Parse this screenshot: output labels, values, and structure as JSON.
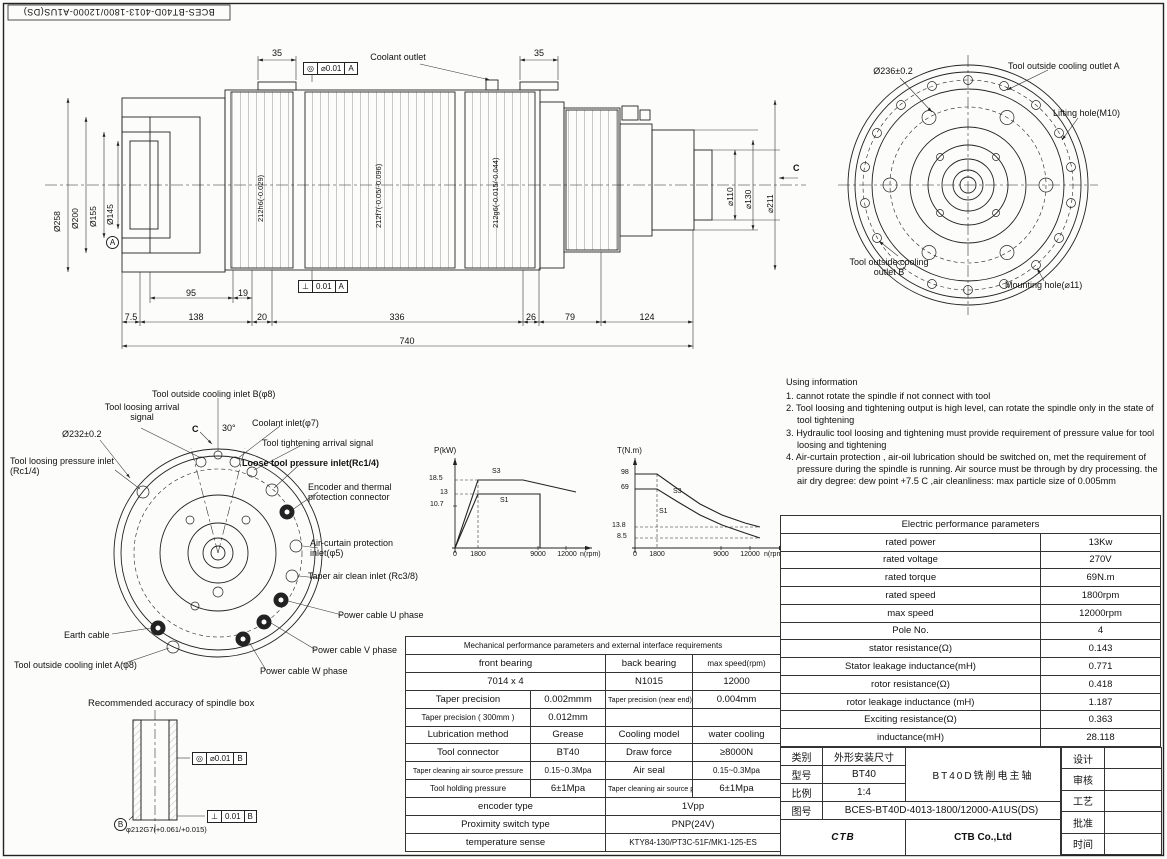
{
  "sheet": {
    "edge_label": "BCES-BT40D-4013-1800/12000-A1US(DS)"
  },
  "side_view": {
    "dim_35_left": "35",
    "dim_35_right": "35",
    "coolant_outlet_label": "Coolant outlet",
    "fcf_top": {
      "symbol": "◎",
      "value": "⌀0.01",
      "datum": "A"
    },
    "fcf_bottom": {
      "symbol": "⊥",
      "value": "0.01",
      "datum": "A"
    },
    "datum_a": "A",
    "section_mark": "C",
    "dia_258": "Ø258",
    "dia_200": "Ø200",
    "dia_155": "Ø155",
    "dia_145": "Ø145",
    "dia_110": "⌀110",
    "dia_130": "⌀130",
    "dia_211": "⌀211",
    "shaft_tol_1": "212h6(-0.029)",
    "shaft_tol_2": "212f7(-0.05/-0.096)",
    "shaft_tol_3": "212g6(-0.015/-0.044)",
    "dim_95": "95",
    "dim_19": "19",
    "dim_7_5": "7.5",
    "dim_138": "138",
    "dim_20": "20",
    "dim_336": "336",
    "dim_26": "26",
    "dim_79": "79",
    "dim_124": "124",
    "dim_740": "740"
  },
  "front_view": {
    "dia_236": "Ø236±0.2",
    "cooling_outlet_a": "Tool outside cooling outlet A",
    "lifting_hole": "Lifting hole(M10)",
    "cooling_outlet_b": "Tool outside cooling outlet B",
    "mounting_hole": "Mounting hole(⌀11)"
  },
  "connector_view": {
    "dia_232": "Ø232±0.2",
    "angle_30": "30°",
    "section_mark": "C",
    "tool_loosing_arrival": "Tool loosing arrival signal",
    "cooling_inlet_b": "Tool outside cooling inlet B(φ8)",
    "coolant_inlet": "Coolant inlet(φ7)",
    "tool_tightening_arrival": "Tool tightening arrival signal",
    "loose_tool_pressure": "Loose tool pressure inlet(Rc1/4)",
    "tool_loosing_pressure": "Tool loosing pressure inlet (Rc1/4)",
    "encoder_connector": "Encoder and thermal protection connector",
    "air_curtain": "Air-curtain protection inlet(φ5)",
    "taper_air_clean": "Taper air clean inlet (Rc3/8)",
    "power_u": "Power cable U phase",
    "earth_cable": "Earth cable",
    "power_v": "Power cable V phase",
    "cooling_inlet_a": "Tool outside cooling inlet A(φ8)",
    "power_w": "Power cable W phase"
  },
  "accuracy_view": {
    "title": "Recommended accuracy of spindle box",
    "bore_dia": "φ212G7(+0.061/+0.015)",
    "fcf_side": {
      "symbol": "◎",
      "value": "⌀0.01",
      "datum": "B"
    },
    "fcf_bottom": {
      "symbol": "⊥",
      "value": "0.01",
      "datum": "B"
    },
    "datum_b": "B"
  },
  "charts_text": {
    "p_axis": "P(kW)",
    "t_axis": "T(N.m)",
    "rpm_left": "n(rpm)",
    "rpm_right": "n(rpm)",
    "p_18_5": "18.5",
    "p_13": "13",
    "p_10_7": "10.7",
    "t_98": "98",
    "t_69": "69",
    "t_13_8": "13.8",
    "t_8_5": "8.5",
    "s1_left": "S1",
    "s3_left": "S3",
    "s1_right": "S1",
    "s3_right": "S3",
    "x0_left": "0",
    "x1800_left": "1800",
    "x9000_left": "9000",
    "x12000_left": "12000",
    "x0_right": "0",
    "x1800_right": "1800",
    "x9000_right": "9000",
    "x12000_right": "12000"
  },
  "chart_data": [
    {
      "type": "line",
      "ylabel": "P(kW)",
      "xlabel": "n(rpm)",
      "yticks": [
        10.7,
        13,
        18.5
      ],
      "xticks": [
        0,
        1800,
        9000,
        12000
      ],
      "series": [
        {
          "name": "S3",
          "points": [
            [
              0,
              0
            ],
            [
              1800,
              18.5
            ],
            [
              9000,
              18.5
            ],
            [
              12000,
              15
            ]
          ]
        },
        {
          "name": "S1",
          "points": [
            [
              0,
              0
            ],
            [
              1800,
              13
            ],
            [
              9000,
              13
            ]
          ]
        }
      ]
    },
    {
      "type": "line",
      "ylabel": "T(N.m)",
      "xlabel": "n(rpm)",
      "yticks": [
        8.5,
        13.8,
        69,
        98
      ],
      "xticks": [
        0,
        1800,
        9000,
        12000
      ],
      "series": [
        {
          "name": "S3",
          "points": [
            [
              0,
              98
            ],
            [
              1800,
              98
            ],
            [
              9000,
              18.4
            ],
            [
              12000,
              13.8
            ]
          ]
        },
        {
          "name": "S1",
          "points": [
            [
              0,
              69
            ],
            [
              1800,
              69
            ],
            [
              9000,
              11
            ],
            [
              12000,
              8.5
            ]
          ]
        }
      ]
    }
  ],
  "using_information": {
    "title": "Using information",
    "items": [
      "1. cannot rotate the spindle if not connect with tool",
      "2. Tool loosing and tightening output is high level, can rotate the spindle only in the state of tool tightening",
      "3. Hydraulic tool loosing and tightening must provide requirement of pressure value for tool loosing and tightening",
      "4. Air-curtain protection , air-oil lubrication should be switched on, met the requirement of pressure during the spindle is running. Air source must be through by dry processing. the air dry degree: dew point +7.5 C ,air cleanliness: max particle size of 0.005mm"
    ]
  },
  "electric_table": {
    "title": "Electric performance parameters",
    "rows": [
      {
        "label": "rated power",
        "value": "13Kw"
      },
      {
        "label": "rated voltage",
        "value": "270V"
      },
      {
        "label": "rated torque",
        "value": "69N.m"
      },
      {
        "label": "rated speed",
        "value": "1800rpm"
      },
      {
        "label": "max speed",
        "value": "12000rpm"
      },
      {
        "label": "Pole No.",
        "value": "4"
      },
      {
        "label": "stator resistance(Ω)",
        "value": "0.143"
      },
      {
        "label": "Stator leakage inductance(mH)",
        "value": "0.771"
      },
      {
        "label": "rotor resistance(Ω)",
        "value": "0.418"
      },
      {
        "label": "rotor leakage inductance (mH)",
        "value": "1.187"
      },
      {
        "label": "Exciting resistance(Ω)",
        "value": "0.363"
      },
      {
        "label": "inductance(mH)",
        "value": "28.118"
      }
    ]
  },
  "mechanical_table": {
    "title": "Mechanical performance parameters and external interface requirements",
    "bearing_header": [
      "front bearing",
      "back bearing",
      "max speed(rpm)"
    ],
    "bearing_values": [
      "7014 x 4",
      "N1015",
      "12000"
    ],
    "rows4": [
      {
        "c1": "Taper precision",
        "c2": "0.002mmm",
        "c3": "Taper precision (near end)",
        "c4": "0.004mm"
      },
      {
        "c1": "Taper precision ( 300mm )",
        "c2": "0.012mm",
        "c3": "",
        "c4": ""
      },
      {
        "c1": "Lubrication method",
        "c2": "Grease",
        "c3": "Cooling model",
        "c4": "water cooling"
      },
      {
        "c1": "Tool connector",
        "c2": "BT40",
        "c3": "Draw force",
        "c4": "≥8000N"
      },
      {
        "c1": "Taper cleaning air source pressure",
        "c2": "0.15~0.3Mpa",
        "c3": "Air seal",
        "c4": "0.15~0.3Mpa"
      },
      {
        "c1": "Tool holding pressure",
        "c2": "6±1Mpa",
        "c3": "Taper cleaning air source pressure",
        "c4": "6±1Mpa"
      }
    ],
    "rows2": [
      {
        "label": "encoder type",
        "value": "1Vpp"
      },
      {
        "label": "Proximity switch type",
        "value": "PNP(24V)"
      },
      {
        "label": "temperature sense",
        "value": "KTY84-130/PT3C-51F/MK1-125-ES"
      }
    ]
  },
  "title_block": {
    "category_label": "类别",
    "category_value": "外形安装尺寸",
    "model_label": "型号",
    "model_value": "BT40",
    "scale_label": "比例",
    "scale_value": "1:4",
    "drawing_no_label": "图号",
    "drawing_no_value": "BCES-BT40D-4013-1800/12000-A1US(DS)",
    "product_name": "BT40D铣削电主轴",
    "logo_text": "CTB",
    "company": "CTB Co.,Ltd",
    "sign_labels": [
      "设计",
      "审核",
      "工艺",
      "批准",
      "时间"
    ]
  }
}
